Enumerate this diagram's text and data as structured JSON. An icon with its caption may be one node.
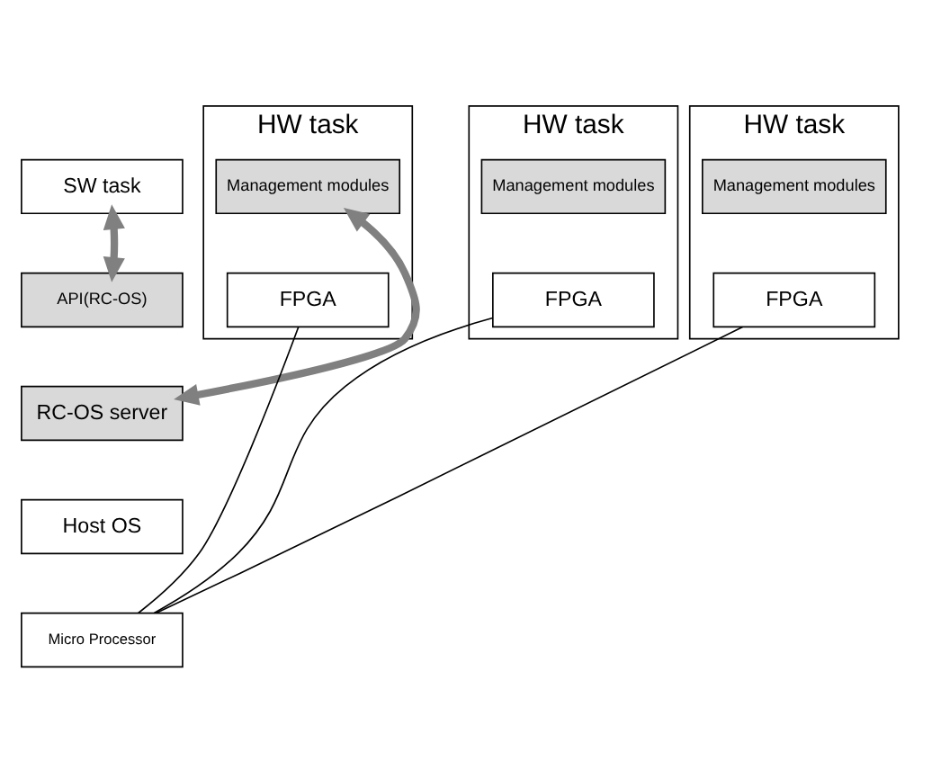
{
  "diagram": {
    "nodes": [
      {
        "text": [
          "SW task"
        ]
      },
      {
        "text": [
          "API(RC-OS)"
        ]
      },
      {
        "text": [
          "RC-OS server"
        ]
      },
      {
        "text": [
          "Host OS"
        ]
      },
      {
        "text": [
          "Micro Processor"
        ]
      },
      {
        "text": [
          "HW task"
        ]
      },
      {
        "text": [
          "Management modules"
        ],
        "in": 5
      },
      {
        "text": [
          "FPGA"
        ],
        "in": 5
      },
      {
        "text": [
          "HW task"
        ]
      },
      {
        "text": [
          "Management modules"
        ],
        "in": 8
      },
      {
        "text": [
          "FPGA"
        ],
        "in": 8
      },
      {
        "text": [
          "HW task"
        ]
      },
      {
        "text": [
          "Management modules"
        ],
        "in": 11
      },
      {
        "text": [
          "FPGA"
        ],
        "in": 11
      }
    ],
    "edges": [
      {
        "from": 0,
        "to": 1,
        "arrow": "both",
        "style": "thick",
        "color": "#808080"
      },
      {
        "from": 2,
        "to": 12,
        "arrow": "both",
        "style": "thick",
        "color": "#808080"
      },
      {
        "from": 7,
        "to": 4,
        "arrow": "none"
      },
      {
        "from": 10,
        "to": 4,
        "arrow": "none"
      },
      {
        "from": 4,
        "to": 13,
        "arrow": "none"
      }
    ]
  }
}
